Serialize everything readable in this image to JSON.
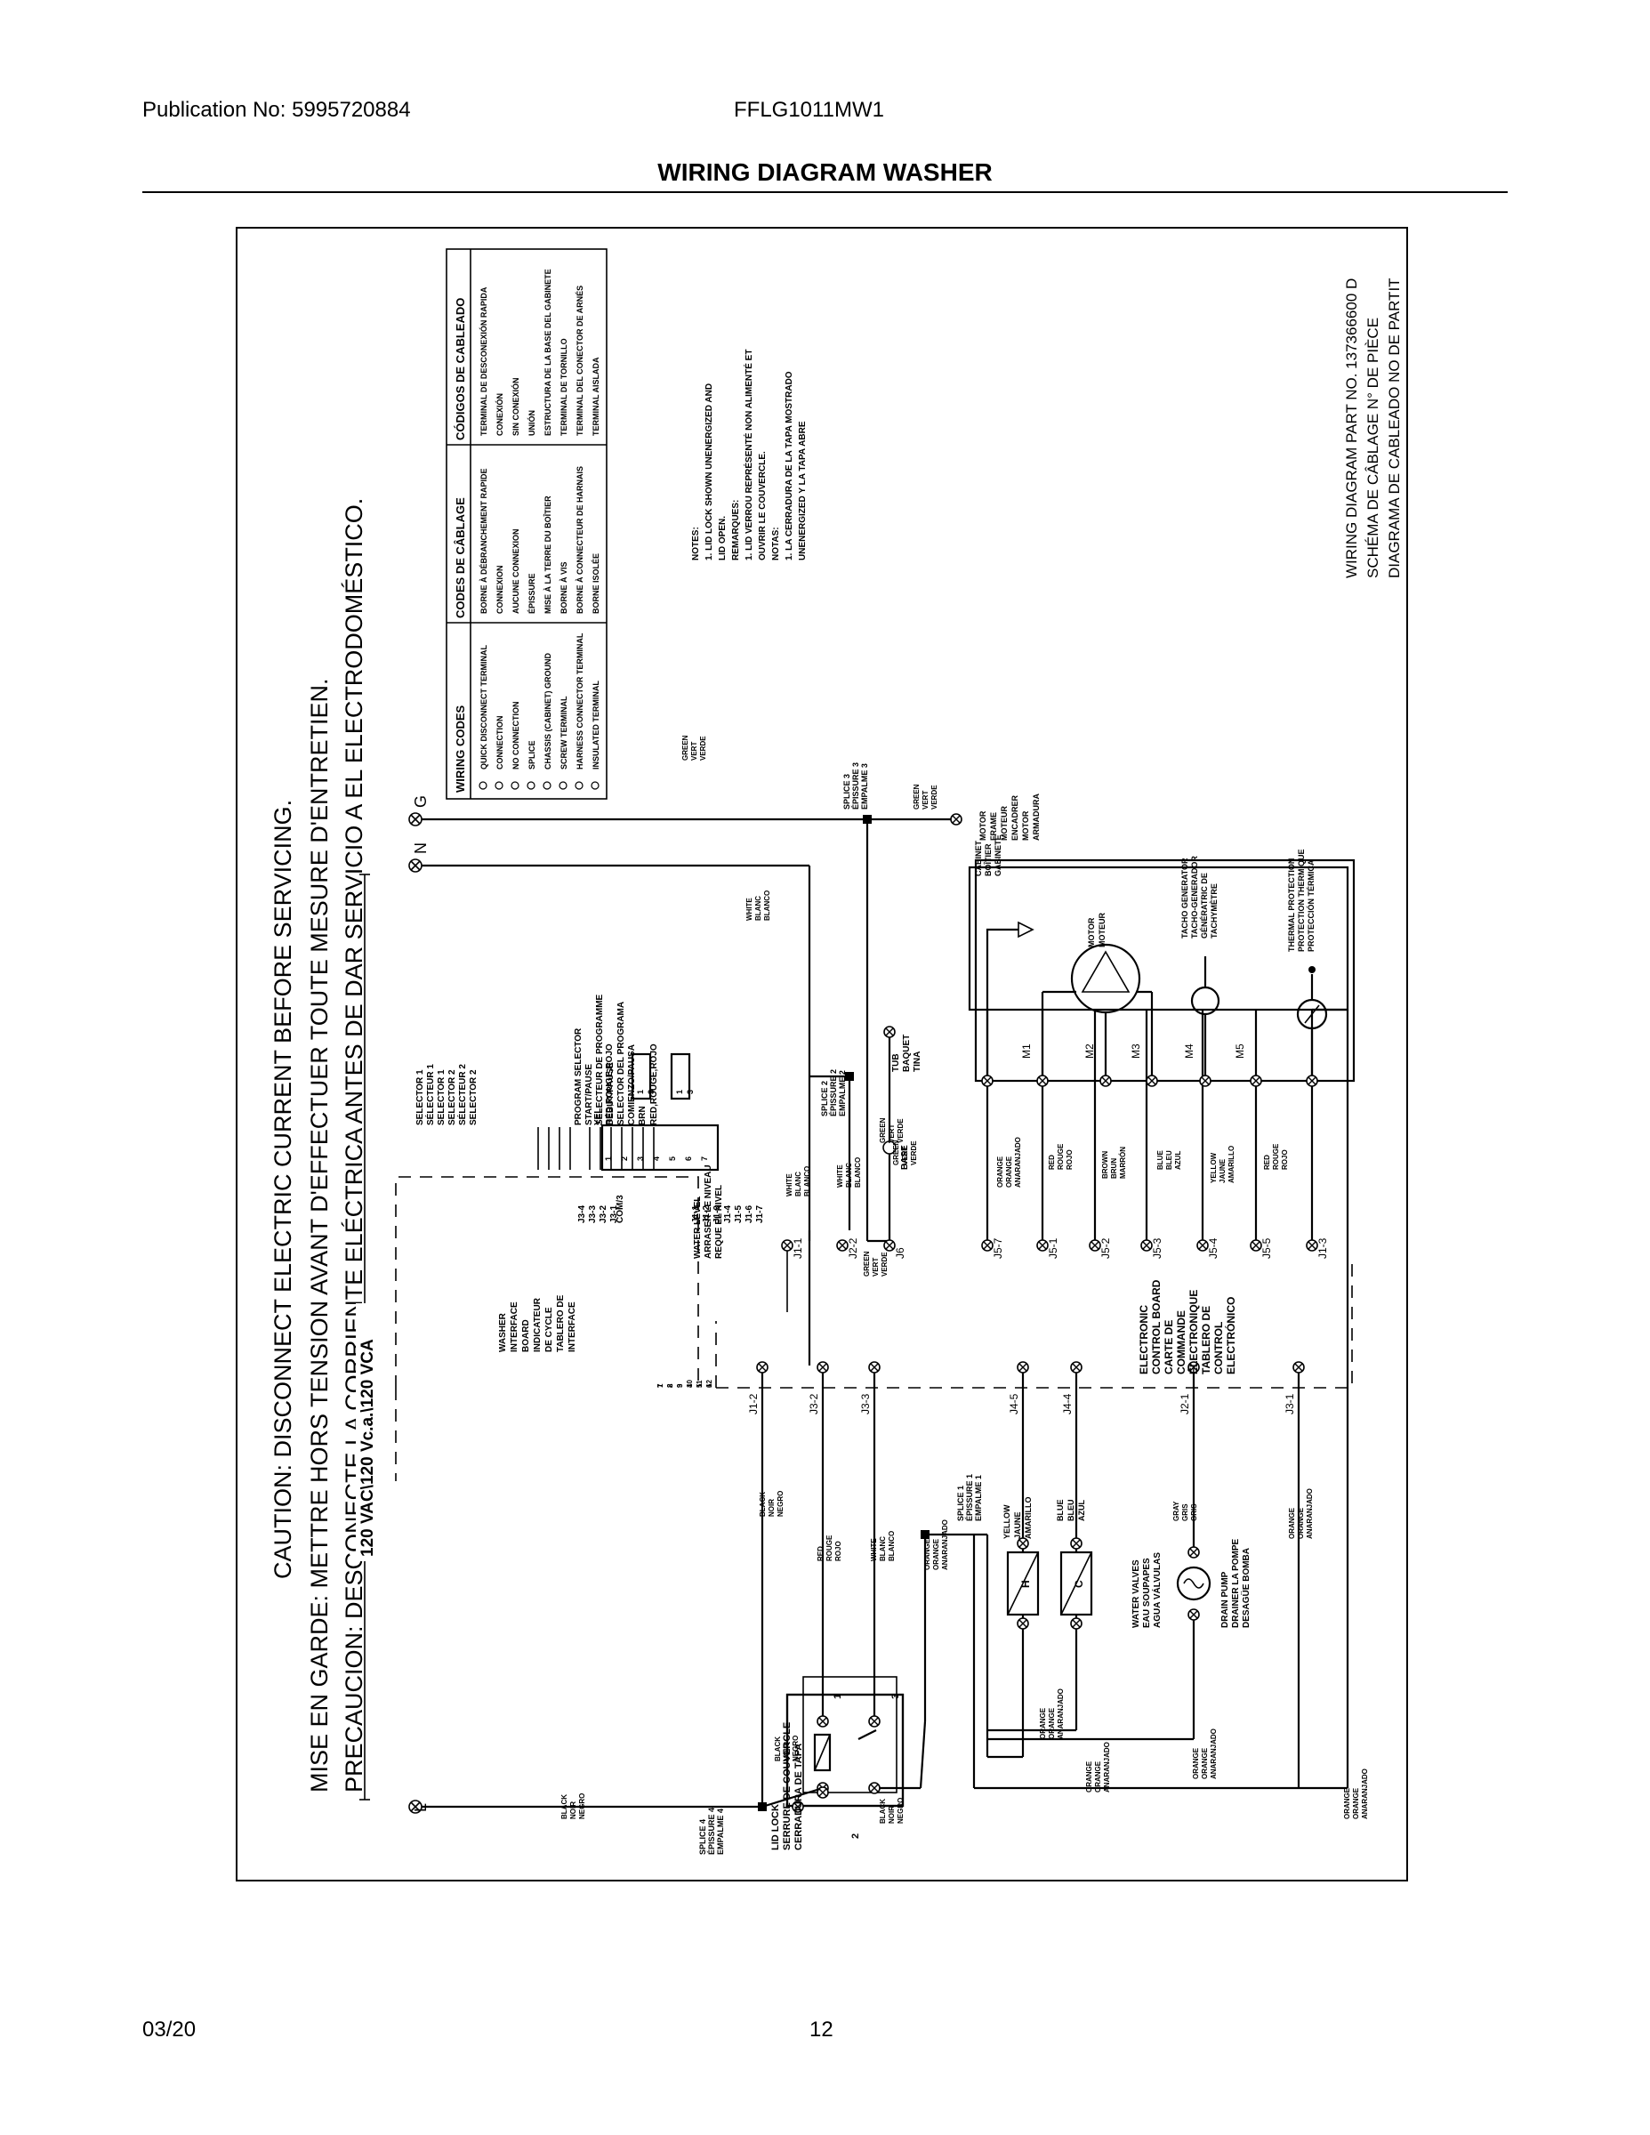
{
  "header": {
    "publication": "Publication No:  5995720884",
    "model": "FFLG1011MW1",
    "title": "WIRING DIAGRAM WASHER"
  },
  "footer": {
    "date": "03/20",
    "page": "12"
  },
  "caution": {
    "en": "CAUTION:  DISCONNECT ELECTRIC CURRENT BEFORE SERVICING.",
    "fr": "MISE EN GARDE: METTRE HORS TENSION AVANT D'EFFECTUER TOUTE MESURE D'ENTRETIEN.",
    "es": "PRECAUCION:  DESCONECTE LA CORRIENTE ELÉCTRICA ANTES DE DAR SERVICIO A EL ELECTRODOMÉSTICO."
  },
  "supply": {
    "voltage": "120 VAC\\120 Vc.a.\\120 VCA",
    "line": "L",
    "neutral": "N",
    "ground": "G"
  },
  "legend": {
    "headers": [
      "WIRING CODES",
      "CODES DE CÂBLAGE",
      "CÓDIGOS DE CABLEADO"
    ],
    "rows": [
      [
        "QUICK DISCONNECT TERMINAL",
        "BORNE À DÉBRANCHEMENT RAPIDE",
        "TERMINAL DE DESCONEXIÓN RAPIDA"
      ],
      [
        "CONNECTION",
        "CONNEXION",
        "CONEXIÓN"
      ],
      [
        "NO CONNECTION",
        "AUCUNE CONNEXION",
        "SIN CONEXIÓN"
      ],
      [
        "SPLICE",
        "ÉPISSURE",
        "UNIÓN"
      ],
      [
        "CHASSIS (CABINET) GROUND",
        "MISE À LA TERRE DU BOÎTIER",
        "ESTRUCTURA DE LA BASE DEL GABINETE"
      ],
      [
        "SCREW TERMINAL",
        "BORNE À VIS",
        "TERMINAL DE TORNILLO"
      ],
      [
        "HARNESS CONNECTOR TERMINAL",
        "BORNE À CONNECTEUR DE HARNAIS",
        "TERMINAL DEL CONECTOR DE ARNÉS"
      ],
      [
        "INSULATED TERMINAL",
        "BORNE ISOLÉE",
        "TERMINAL AISLADA"
      ]
    ]
  },
  "notes": {
    "lines": [
      "NOTES:",
      "1.  LID LOCK SHOWN UNENERGIZED AND",
      "     LID OPEN.",
      "REMARQUES:",
      "1.  LID VERROU REPRÉSENTÉ NON ALIMENTÉ ET",
      "     OUVRIR LE COUVERCLE.",
      "NOTAS:",
      "1.  LA CERRADURA DE LA TAPA MOSTRADO",
      "     UNENERGIZED Y LA TAPA ABRE"
    ]
  },
  "part_number": {
    "lines": [
      "WIRING DIAGRAM PART NO. 137366600 D",
      "SCHÉMA DE CÂBLAGE N° DE PIÈCE",
      "DIAGRAMA DE CABLEADO NO DE PARTIT"
    ]
  },
  "components": {
    "interface_board": [
      "WASHER",
      "INTERFACE",
      "BOARD",
      "INDICATEUR",
      "DE CYCLE",
      "TABLERO DE",
      "INTERFACE"
    ],
    "selector": [
      "SELECTOR 1",
      "SÉLECTEUR 1",
      "SELECTOR 1",
      "SELECTOR 2",
      "SÉLECTEUR 2",
      "SELECTOR 2"
    ],
    "program_selector": [
      "PROGRAM SELECTOR",
      "START/PAUSE",
      "SÉLECTEUR DE PROGRAMME",
      "DÉBUT/PAUSE",
      "SELECTOR DEL PROGRAMA",
      "COMIENZO/PAUSA"
    ],
    "water_level": [
      "WATER LEVEL",
      "ARRASER LE NIVEAU",
      "REQUE EL NIVEL"
    ],
    "motor_frame": [
      "MOTOR",
      "FRAME",
      "MOTEUR",
      "ENCADRER",
      "MOTOR",
      "ARMADURA"
    ],
    "motor": [
      "MOTOR",
      "MOTEUR"
    ],
    "tacho": [
      "TACHO GENERATOR",
      "TACHO-GENERADOR",
      "GÉNÉRATRIC DE",
      "TACHYMÈTRE"
    ],
    "thermal": [
      "THERMAL PROTECTION",
      "PROTECTION THERMIQUE",
      "PROTECCIÓN TÉRMICA"
    ],
    "control_board": [
      "ELECTRONIC",
      "CONTROL BOARD",
      "CARTE DE",
      "COMMANDE",
      "ÉLECTRONIQUE",
      "TABLERO DE",
      "CONTROL",
      "ELECTRÓNICO"
    ],
    "lid_lock": [
      "LID LOCK",
      "SERRURE DE COUVERCLE",
      "CERRADURA DE TAPA"
    ],
    "water_valves": [
      "WATER VALVES",
      "EAU SOUPAPES",
      "AGUA VÁLVULAS"
    ],
    "drain_pump": [
      "DRAIN PUMP",
      "DRAINER LA POMPE",
      "DESAGÜE BOMBA"
    ],
    "tub": [
      "TUB",
      "BAQUET",
      "TINA"
    ],
    "base": [
      "BASE"
    ],
    "cabinet": [
      "CABINET",
      "BOÎTIER",
      "GABINETE"
    ]
  },
  "splices": {
    "s1": [
      "SPLICE 1",
      "ÉPISSURE 1",
      "EMPALME 1"
    ],
    "s2": [
      "SPLICE 2",
      "ÉPISSURE 2",
      "EMPALME 2"
    ],
    "s3": [
      "SPLICE 3",
      "ÉPISSURE 3",
      "EMPALME 3"
    ],
    "s4": [
      "SPLICE 4",
      "ÉPISSURE 4",
      "EMPALME 4"
    ]
  },
  "wires": {
    "green": [
      "GREEN",
      "VERT",
      "VERDE"
    ],
    "white": [
      "WHITE",
      "BLANC",
      "BLANCO"
    ],
    "black": [
      "BLACK",
      "NOIR",
      "NEGRO"
    ],
    "red": [
      "RED",
      "ROUGE",
      "ROJO"
    ],
    "orange": [
      "ORANGE",
      "ORANGE",
      "ANARANJADO"
    ],
    "brown": [
      "BROWN",
      "BRUN",
      "MARRÓN"
    ],
    "blue": [
      "BLUE",
      "BLEU",
      "AZUL"
    ],
    "yellow": [
      "YELLOW",
      "JAUNE",
      "AMARILLO"
    ],
    "gray": [
      "GRAY",
      "GRIS",
      "GRIS"
    ],
    "com": "COM/3",
    "yel": "YEL",
    "brn": "BRN"
  },
  "connectors": {
    "j3_left": [
      "J3-4",
      "J3-3",
      "J3-2",
      "J3-1"
    ],
    "j1_left": [
      "J1-1",
      "J1-2",
      "J1-3",
      "J1-4",
      "J1-5",
      "J1-6",
      "J1-7"
    ],
    "sel_pins_1": [
      "1",
      "3"
    ],
    "sel_pins_2": [
      "1",
      "3"
    ],
    "prog_pins": [
      "1",
      "2",
      "3",
      "4",
      "5",
      "6",
      "7"
    ],
    "board_top": [
      "J1-2",
      "J3-2",
      "J3-3",
      "J4-5",
      "J4-4",
      "J2-1",
      "J3-1"
    ],
    "board_right": [
      "J1-1",
      "J2-2",
      "J6",
      "J5-7",
      "J5-1",
      "J5-2",
      "J5-3",
      "J5-4",
      "J5-5",
      "J1-3"
    ],
    "motor_pins": [
      "M1",
      "M2",
      "M3",
      "M4",
      "M5"
    ],
    "lid_pins": [
      "1",
      "2",
      "3"
    ],
    "valve_letters": [
      "H",
      "C"
    ],
    "board_internal_pins": [
      "1",
      "2",
      "3",
      "4",
      "5",
      "6",
      "7",
      "8",
      "9",
      "10",
      "11",
      "12"
    ]
  }
}
